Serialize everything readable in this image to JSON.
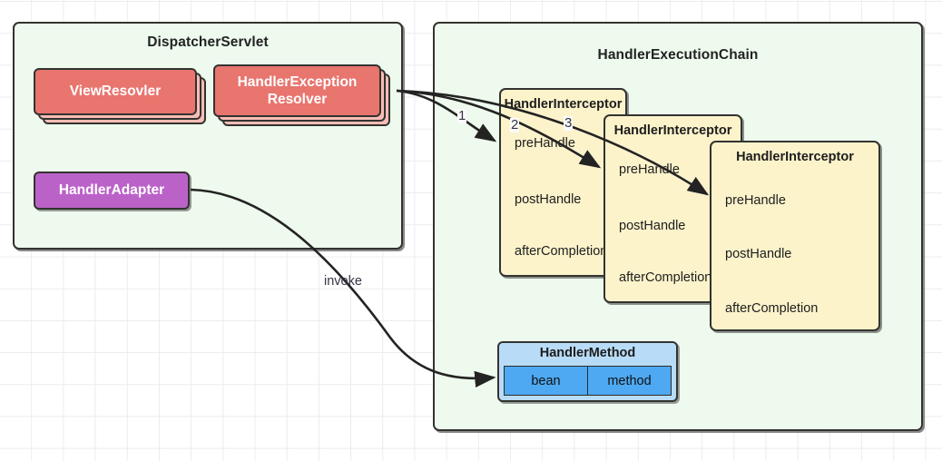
{
  "diagram": {
    "title": "Spring MVC DispatcherServlet / HandlerExecutionChain",
    "colors": {
      "container_fill": "#eefaee",
      "container_stroke": "#33332f",
      "resolver_front": "#e8756e",
      "resolver_back": "#f7bdb6",
      "adapter_fill": "#bb62c9",
      "interceptor_fill": "#fcf3cb",
      "handler_method_header": "#b8dcf7",
      "handler_method_cell": "#4ea9f2",
      "grid_line": "#ececec",
      "edge_stroke": "#232323"
    }
  },
  "dispatcher_servlet": {
    "title": "DispatcherServlet",
    "view_resolver": {
      "label": "ViewResovler"
    },
    "handler_exception_resolver": {
      "line1": "HandlerException",
      "line2": "Resolver"
    },
    "handler_adapter": {
      "label": "HandlerAdapter"
    }
  },
  "handler_execution_chain": {
    "title": "HandlerExecutionChain",
    "interceptors": [
      {
        "title": "HandlerInterceptor",
        "methods": [
          "preHandle",
          "postHandle",
          "afterCompletion"
        ]
      },
      {
        "title": "HandlerInterceptor",
        "methods": [
          "preHandle",
          "postHandle",
          "afterCompletion"
        ]
      },
      {
        "title": "HandlerInterceptor",
        "methods": [
          "preHandle",
          "postHandle",
          "afterCompletion"
        ]
      }
    ],
    "handler_method": {
      "title": "HandlerMethod",
      "cells": [
        "bean",
        "method"
      ]
    }
  },
  "edges": {
    "call_1": "1",
    "call_2": "2",
    "call_3": "3",
    "invoke": "invoke"
  }
}
